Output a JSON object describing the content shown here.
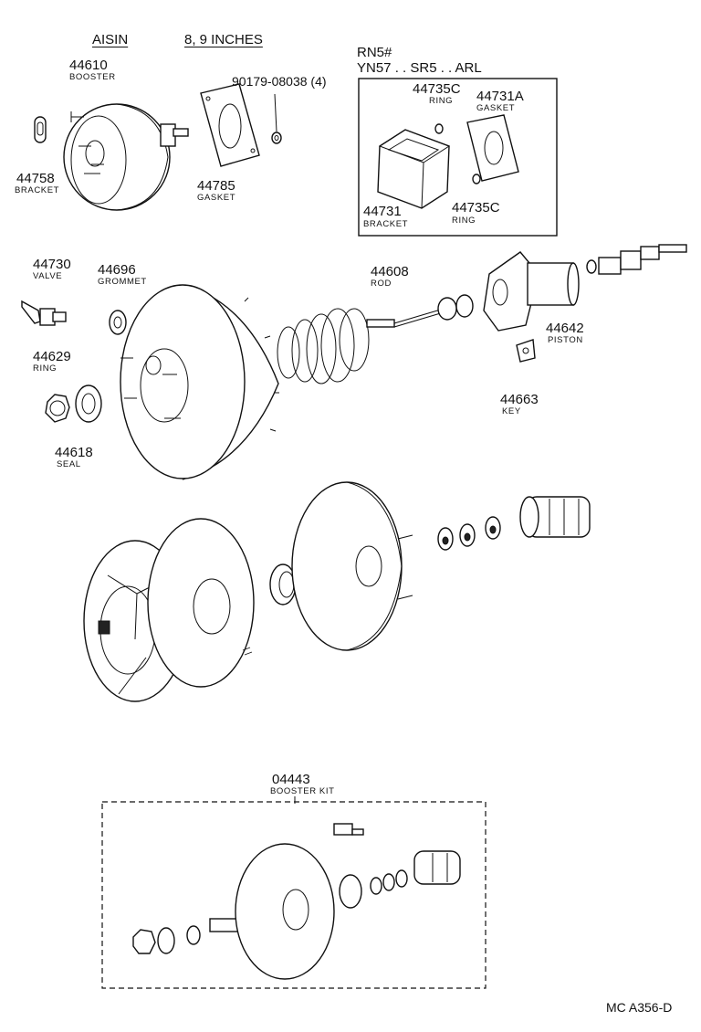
{
  "header": {
    "brand": "AISIN",
    "size": "8, 9 INCHES"
  },
  "models": {
    "line1": "RN5#",
    "line2": "YN57 . . SR5 . . ARL"
  },
  "parts": {
    "booster": {
      "number": "44610",
      "name": "BOOSTER"
    },
    "bracket_left": {
      "number": "44758",
      "name": "BRACKET"
    },
    "nut": {
      "number": "90179-08038 (4)"
    },
    "gasket_left": {
      "number": "44785",
      "name": "GASKET"
    },
    "ring_top": {
      "number": "44735C",
      "name": "RING"
    },
    "gasket_right": {
      "number": "44731A",
      "name": "GASKET"
    },
    "bracket_box": {
      "number": "44731",
      "name": "BRACKET"
    },
    "ring_bottom": {
      "number": "44735C",
      "name": "RING"
    },
    "valve": {
      "number": "44730",
      "name": "VALVE"
    },
    "grommet": {
      "number": "44696",
      "name": "GROMMET"
    },
    "rod": {
      "number": "44608",
      "name": "ROD"
    },
    "piston": {
      "number": "44642",
      "name": "PISTON"
    },
    "ring_mid": {
      "number": "44629",
      "name": "RING"
    },
    "seal": {
      "number": "44618",
      "name": "SEAL"
    },
    "key": {
      "number": "44663",
      "name": "KEY"
    },
    "kit": {
      "number": "04443",
      "name": "BOOSTER KIT"
    }
  },
  "footer": {
    "code": "MC A356-D"
  }
}
